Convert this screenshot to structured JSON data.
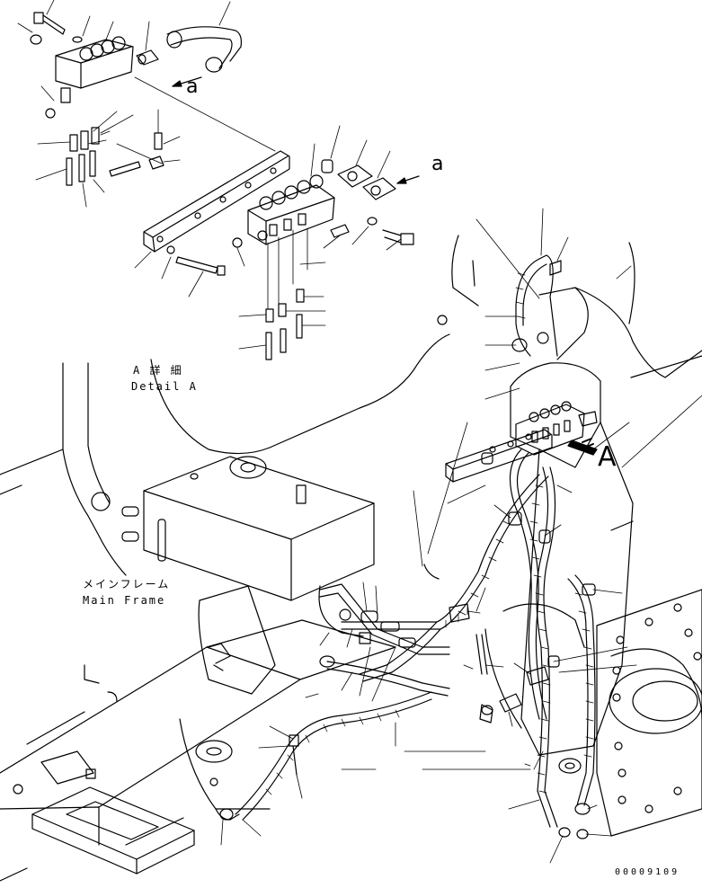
{
  "callouts": {
    "view_arrow_a_top": "a",
    "view_arrow_a_mid": "a",
    "detail_marker": "A"
  },
  "detail_a": {
    "title_jp": "A 詳 細",
    "title_en": "Detail A"
  },
  "main_frame": {
    "label_jp": "メインフレーム",
    "label_en": "Main Frame"
  },
  "drawing_number": "00009109"
}
